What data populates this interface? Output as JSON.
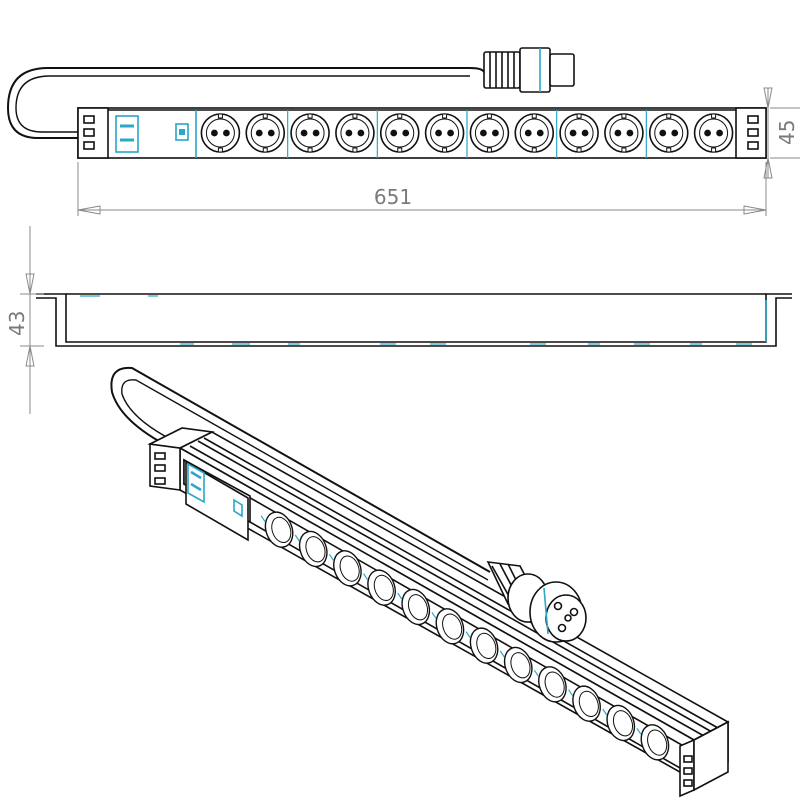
{
  "drawing": {
    "width_label": "651",
    "height_label": "45",
    "depth_label": "43"
  },
  "product": {
    "socket_count": 12
  },
  "colors": {
    "line": "#111111",
    "dimension": "#8a8a8a",
    "accent": "#2aa7c9",
    "fill": "#ffffff"
  },
  "icons": {
    "switch": "breaker-switch-icon",
    "indicator": "power-indicator-icon",
    "socket": "schuko-socket-icon",
    "plug": "cee-plug-icon"
  }
}
